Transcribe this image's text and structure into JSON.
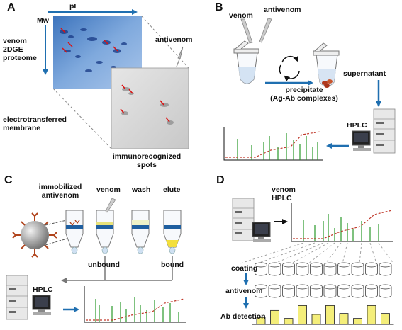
{
  "panels": {
    "a": {
      "letter": "A",
      "pi_label": "pI",
      "mw_label": "Mw",
      "proteome_label": [
        "venom",
        "2DGE",
        "proteome"
      ],
      "antivenom_label": "antivenom",
      "membrane_label": [
        "electrotransferred",
        "membrane"
      ],
      "spots_label": [
        "immunorecognized",
        "spots"
      ]
    },
    "b": {
      "letter": "B",
      "venom_label": "venom",
      "antivenom_label": "antivenom",
      "supernatant_label": "supernatant",
      "precipitate_label": [
        "precipitate",
        "(Ag-Ab complexes)"
      ],
      "hplc_label": "HPLC"
    },
    "c": {
      "letter": "C",
      "immobilized_label": [
        "immobilized",
        "antivenom"
      ],
      "venom_label": "venom",
      "wash_label": "wash",
      "elute_label": "elute",
      "unbound_label": "unbound",
      "bound_label": "bound",
      "hplc_label": "HPLC"
    },
    "d": {
      "letter": "D",
      "venom_hplc_label": [
        "venom",
        "HPLC"
      ],
      "coating_label": "coating",
      "antivenom_label": "antivenom",
      "ab_detection_label": "Ab detection",
      "ab_detection_levels": [
        0.35,
        0.7,
        0.3,
        0.95,
        0.5,
        0.95,
        0.55,
        0.3,
        0.95,
        0.55
      ]
    }
  },
  "colors": {
    "arrow": "#1f6fb0",
    "chromatogram": "#2a9a2a",
    "gradient": "#c0392b",
    "gel": "#4f86c8",
    "bar": "#f4ee7a",
    "text": "#111111"
  }
}
